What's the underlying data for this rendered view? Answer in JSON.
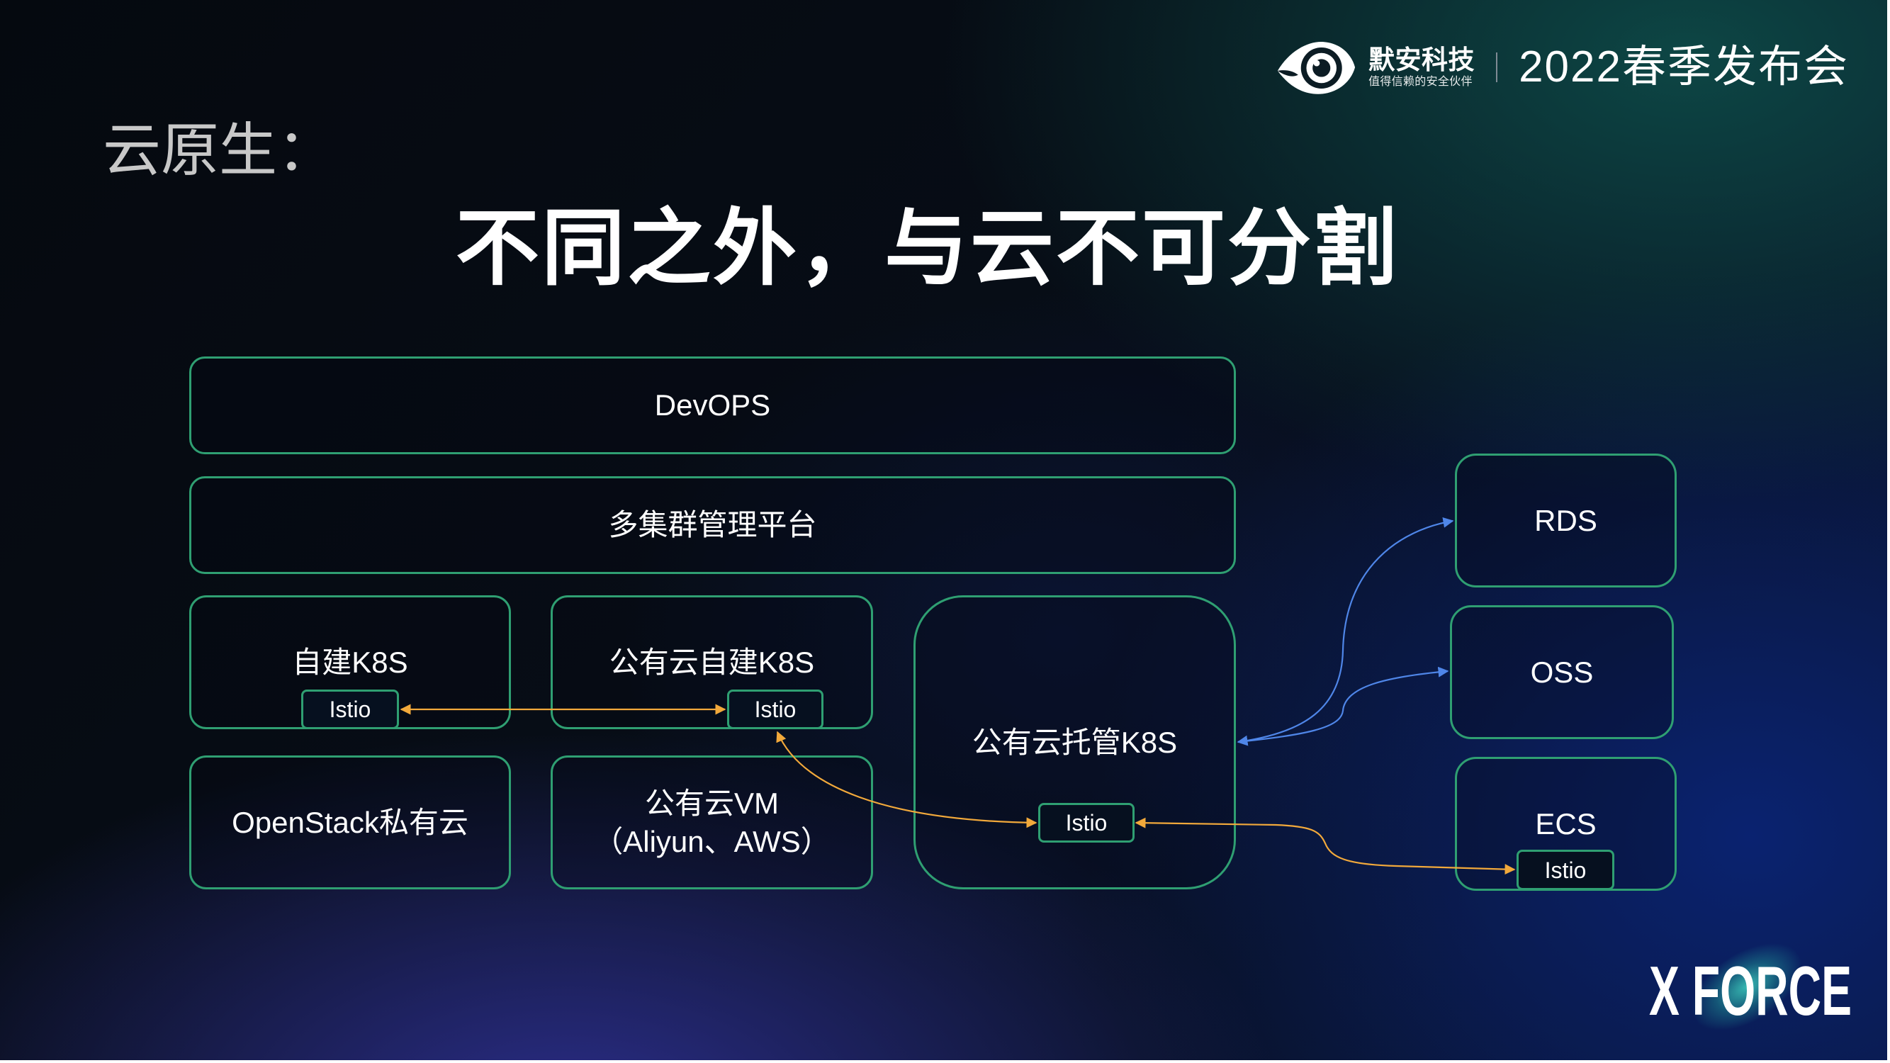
{
  "header": {
    "logo_icon": "eye-logo-icon",
    "brand_name": "默安科技",
    "brand_tagline": "值得信赖的安全伙伴",
    "event": "2022春季发布会"
  },
  "slide": {
    "kicker": "云原生：",
    "title": "不同之外，与云不可分割"
  },
  "diagram": {
    "devops": "DevOPS",
    "multi_cluster": "多集群管理平台",
    "self_built_k8s": {
      "label": "自建K8S",
      "istio": "Istio"
    },
    "public_cloud_self_built_k8s": {
      "label": "公有云自建K8S",
      "istio": "Istio"
    },
    "public_cloud_managed_k8s": {
      "label": "公有云托管K8S",
      "istio": "Istio"
    },
    "openstack_private_cloud": {
      "label": "OpenStack私有云"
    },
    "public_cloud_vm": {
      "line1": "公有云VM",
      "line2": "（Aliyun、AWS）"
    },
    "rds": {
      "label": "RDS"
    },
    "oss": {
      "label": "OSS"
    },
    "ecs": {
      "label": "ECS",
      "istio": "Istio"
    }
  },
  "footer": {
    "logo_text": "X FORCE"
  },
  "colors": {
    "box_border": "#2f9f72",
    "connector_orange": "#f2a93b",
    "connector_blue": "#4f86e8",
    "kicker_text": "#c8c8c8",
    "text": "#ffffff"
  }
}
